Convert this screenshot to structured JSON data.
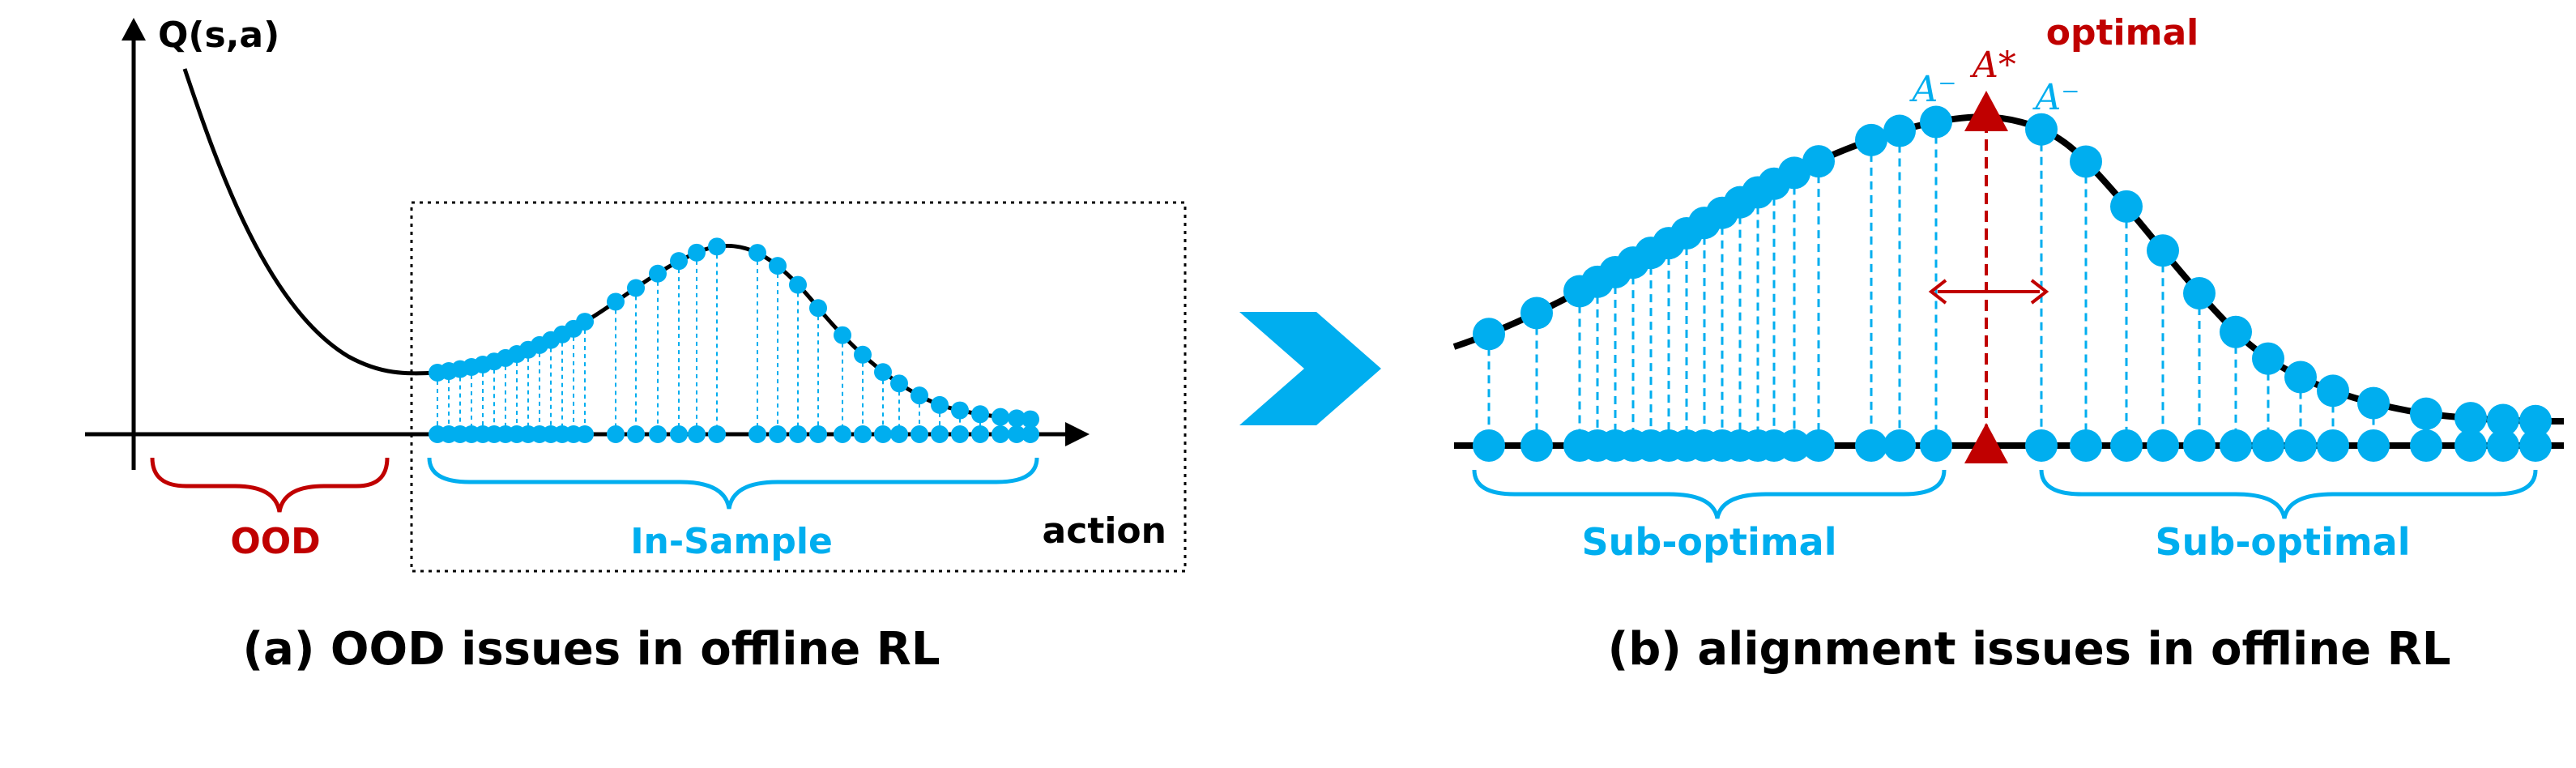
{
  "colors": {
    "accent": "#00aeef",
    "danger": "#c00000",
    "ink": "#000000"
  },
  "panel_a": {
    "y_axis_label": "Q(s,a)",
    "x_axis_label": "action",
    "ood_label": "OOD",
    "in_sample_label": "In-Sample",
    "caption": "(a) OOD issues in offline RL"
  },
  "panel_b": {
    "optimal_label": "optimal",
    "a_star": "A*",
    "a_minus_left": "A⁻",
    "a_minus_right": "A⁻",
    "left_bracket_label": "Sub-optimal",
    "right_bracket_label": "Sub-optimal",
    "caption": "(b) alignment issues in offline RL"
  },
  "arrow_icon": "chevron-right-icon"
}
